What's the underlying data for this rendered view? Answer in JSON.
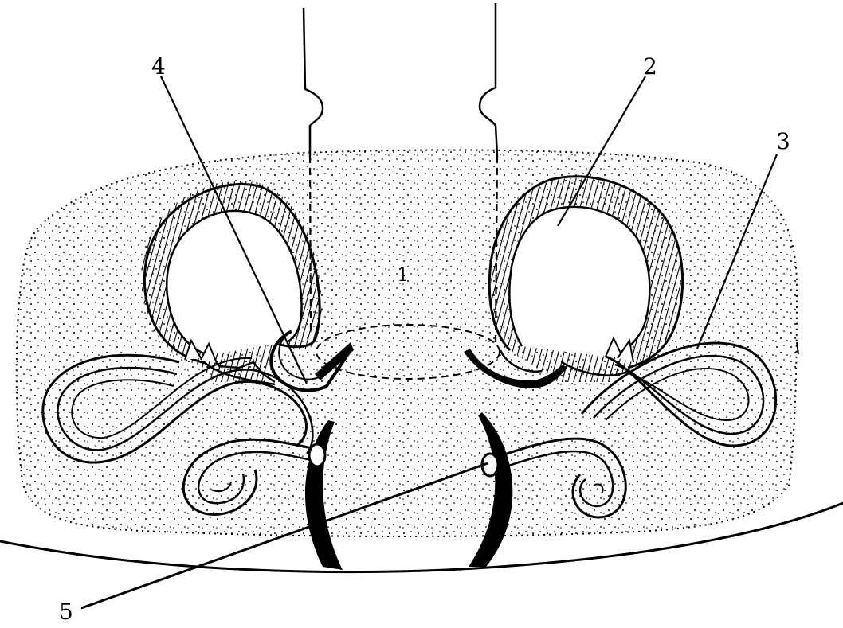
{
  "figure": {
    "labels": {
      "l1": "1",
      "l2": "2",
      "l3": "3",
      "l4": "4",
      "l5": "5"
    },
    "colors": {
      "ink": "#000000",
      "paper": "#ffffff"
    }
  }
}
